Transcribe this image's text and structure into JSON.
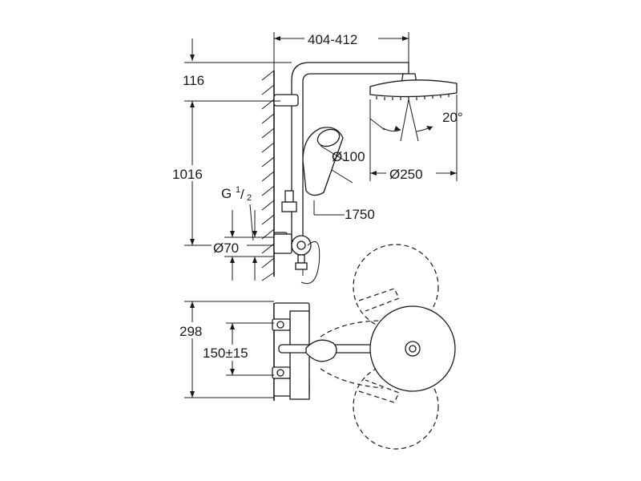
{
  "dimensions": {
    "arm_length": "404-412",
    "top_offset": "116",
    "rail_height": "1016",
    "thread_label": "G",
    "thread_num": "1",
    "thread_den": "2",
    "diameter_70": "Ø70",
    "hand_shower_diameter": "Ø100",
    "head_shower_diameter": "Ø250",
    "tilt_angle": "20°",
    "hose_length": "1750",
    "thermostat_height": "298",
    "center_distance": "150±15"
  }
}
